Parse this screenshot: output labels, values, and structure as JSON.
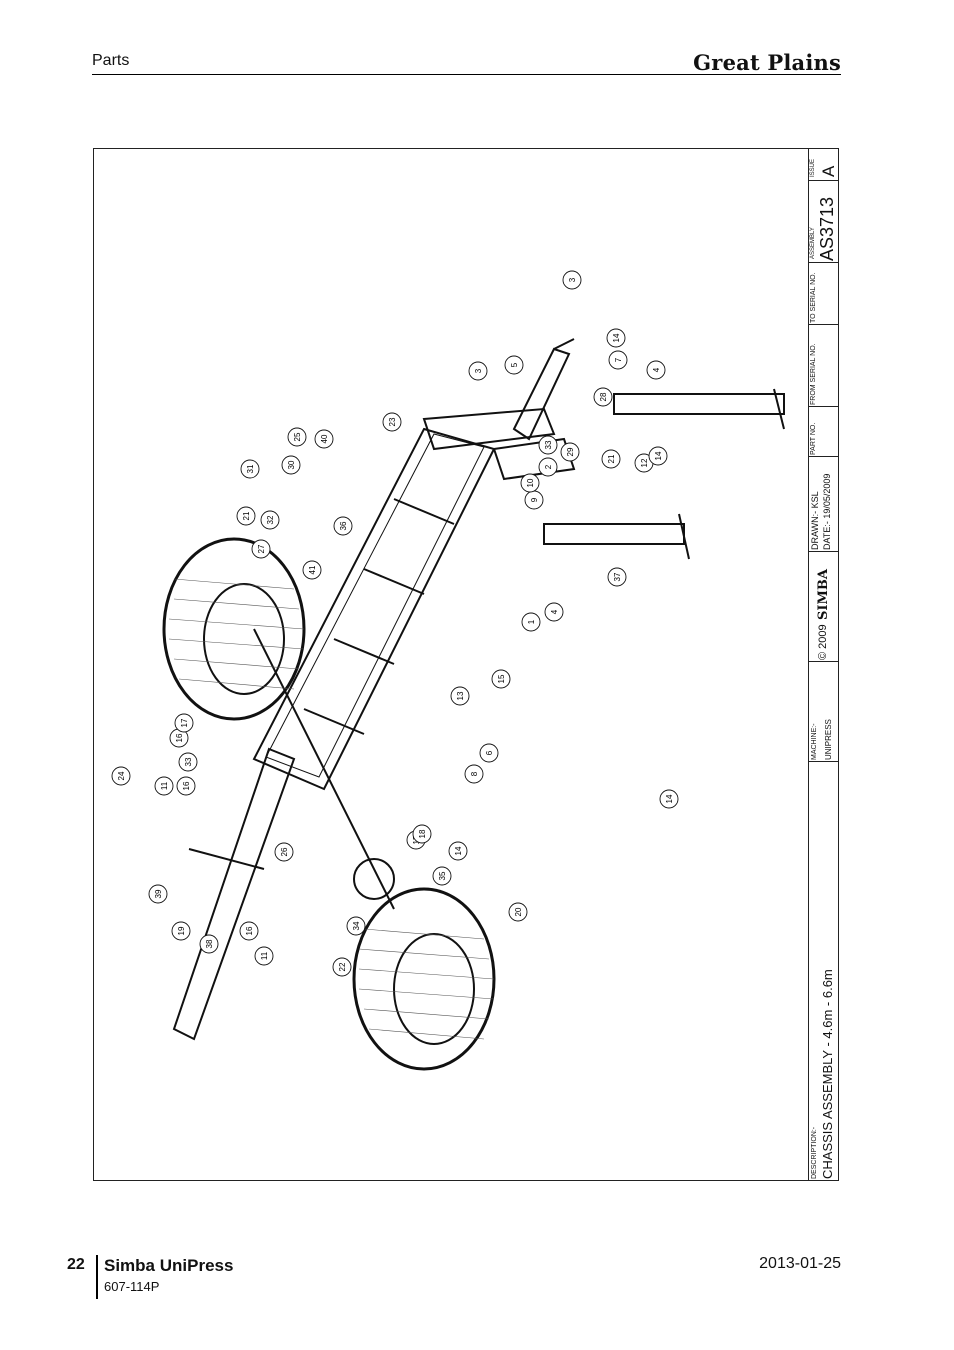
{
  "header": {
    "section": "Parts",
    "brand": "Great Plains"
  },
  "title_block": {
    "description_label": "DESCRIPTION:-",
    "description": "CHASSIS ASSEMBLY - 4.6m - 6.6m",
    "machine_label": "MACHINE:-",
    "machine": "UNIPRESS",
    "logo": "SIMBA",
    "copyright": "© 2009",
    "drawn": "DRAWN:- KSL",
    "date": "DATE:- 19/05/2009",
    "part_no_label": "PART NO.",
    "from_serial_label": "FROM SERIAL NO.",
    "to_serial_label": "TO SERIAL NO.",
    "assembly_label": "ASSEMBLY",
    "assembly": "AS3713",
    "issue_label": "ISSUE",
    "issue": "A"
  },
  "callouts": [
    "1",
    "2",
    "3",
    "3",
    "4",
    "4",
    "5",
    "6",
    "7",
    "8",
    "9",
    "10",
    "11",
    "11",
    "12",
    "13",
    "14",
    "14",
    "14",
    "14",
    "15",
    "16",
    "16",
    "16",
    "17",
    "17",
    "18",
    "19",
    "20",
    "21",
    "21",
    "22",
    "23",
    "24",
    "25",
    "26",
    "27",
    "28",
    "29",
    "30",
    "31",
    "32",
    "33",
    "33",
    "34",
    "35",
    "36",
    "37",
    "38",
    "39",
    "40",
    "41"
  ],
  "footer": {
    "page": "22",
    "title": "Simba UniPress",
    "code": "607-114P",
    "date": "2013-01-25"
  }
}
